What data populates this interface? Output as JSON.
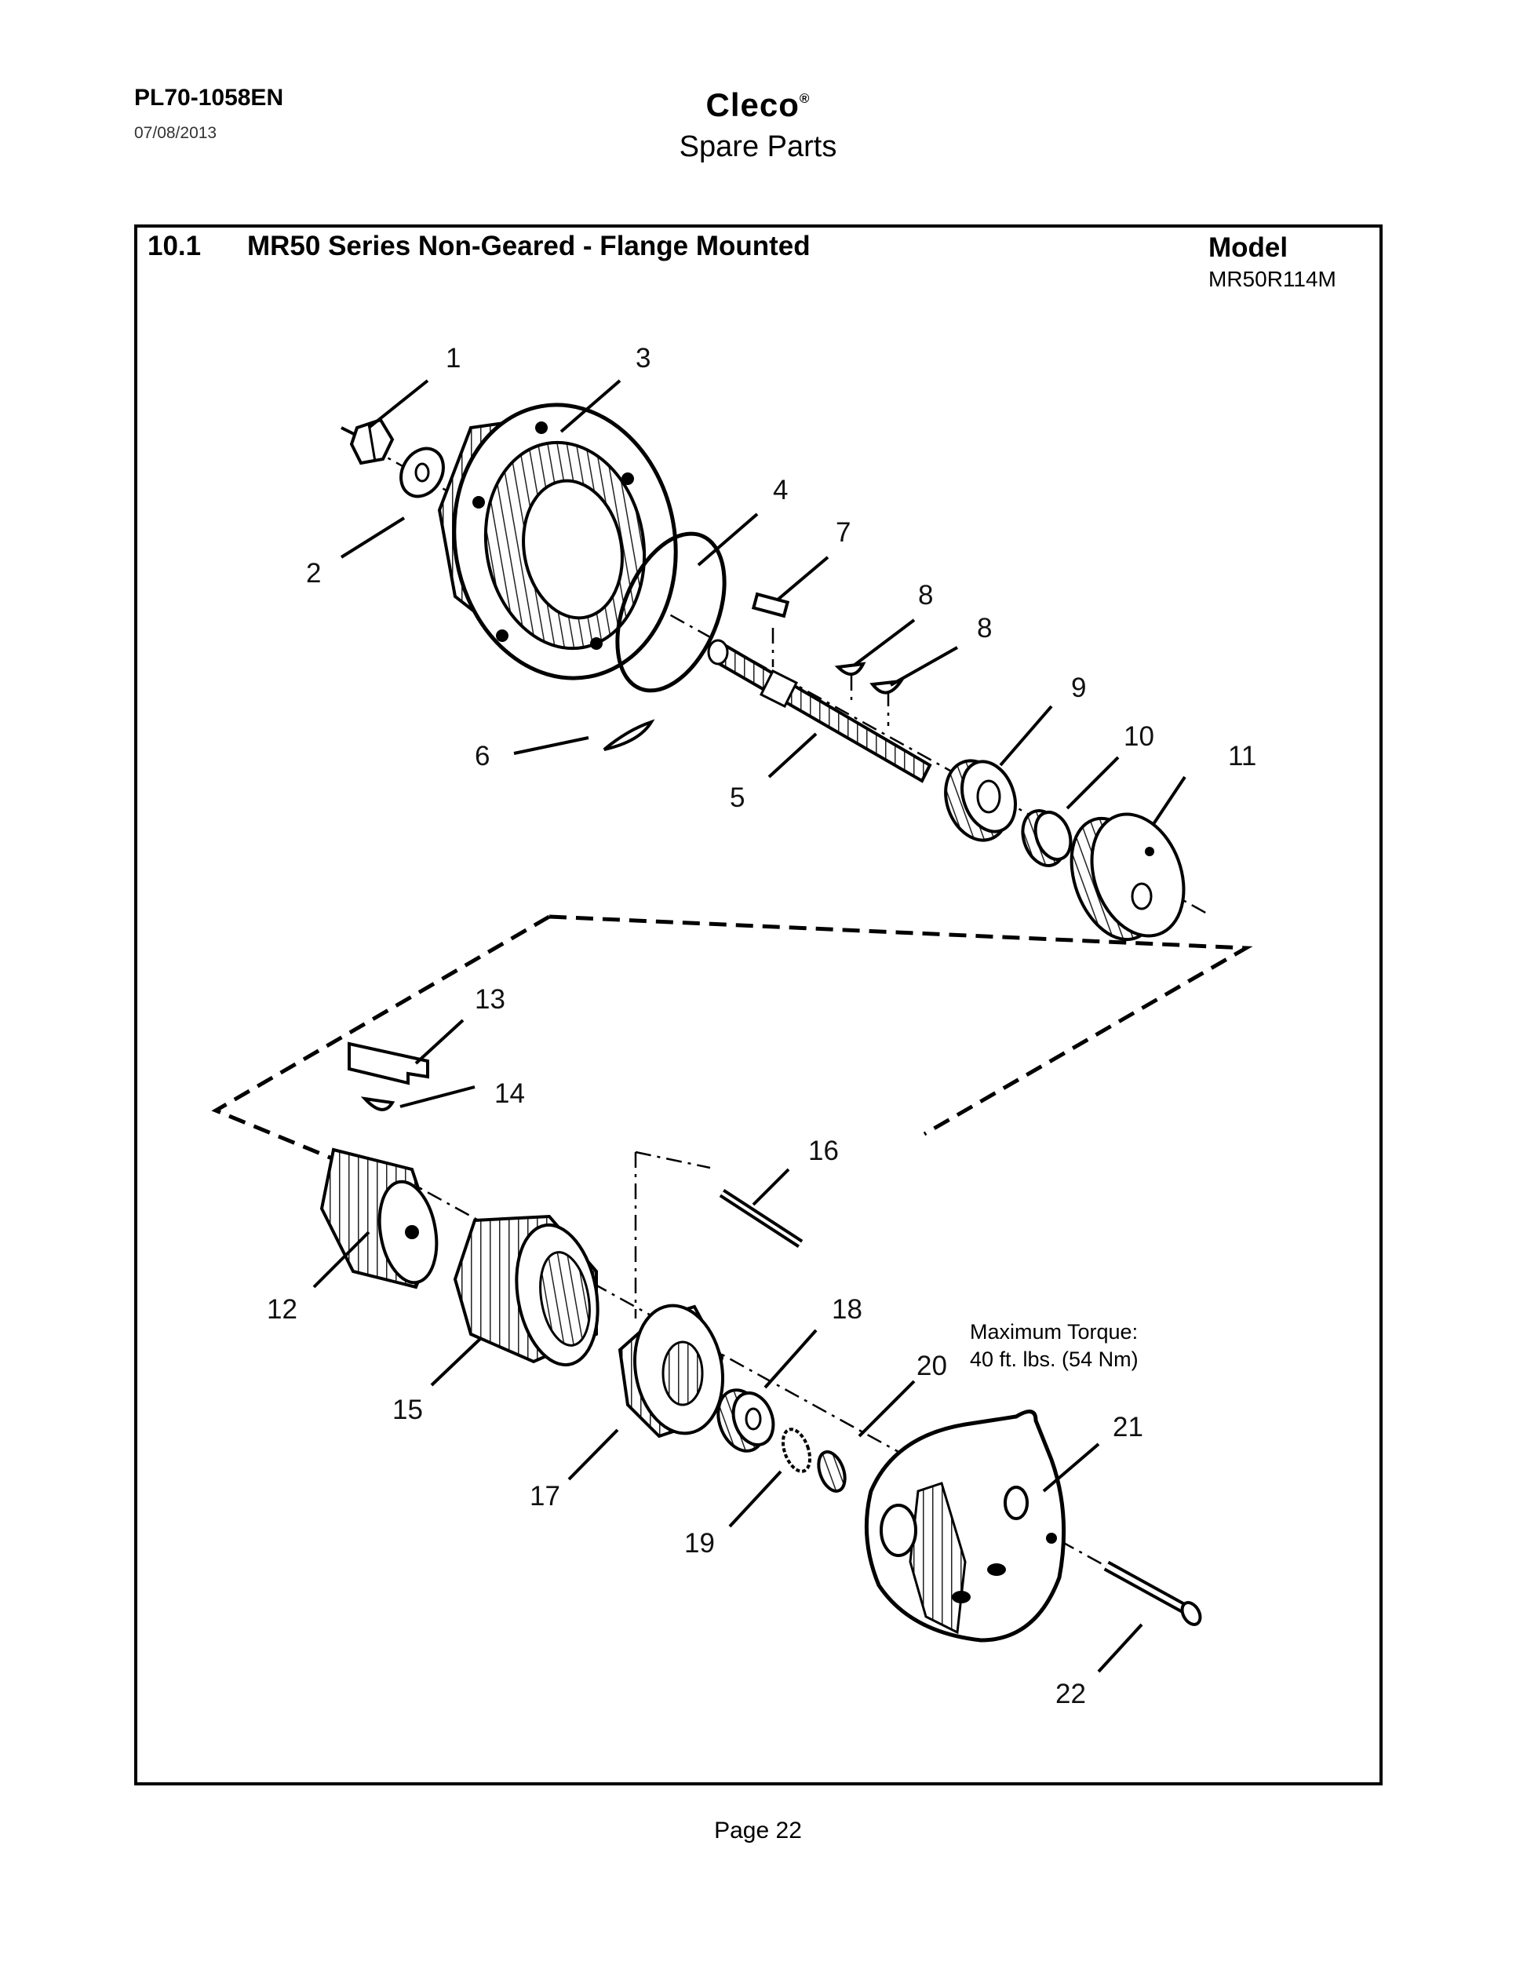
{
  "header": {
    "doc_id": "PL70-1058EN",
    "date": "07/08/2013",
    "brand": "Cleco",
    "brand_mark": "®",
    "subtitle": "Spare Parts"
  },
  "section": {
    "number": "10.1",
    "title": "MR50 Series Non-Geared - Flange Mounted",
    "model_label": "Model",
    "model_value": "MR50R114M"
  },
  "note": {
    "line1": "Maximum Torque:",
    "line2": "40 ft. lbs. (54 Nm)"
  },
  "callouts": {
    "c1": "1",
    "c2": "2",
    "c3": "3",
    "c4": "4",
    "c5": "5",
    "c6": "6",
    "c7": "7",
    "c8a": "8",
    "c8b": "8",
    "c9": "9",
    "c10": "10",
    "c11": "11",
    "c12": "12",
    "c13": "13",
    "c14": "14",
    "c15": "15",
    "c16": "16",
    "c17": "17",
    "c18": "18",
    "c19": "19",
    "c20": "20",
    "c21": "21",
    "c22": "22"
  },
  "footer": {
    "page": "Page 22"
  }
}
